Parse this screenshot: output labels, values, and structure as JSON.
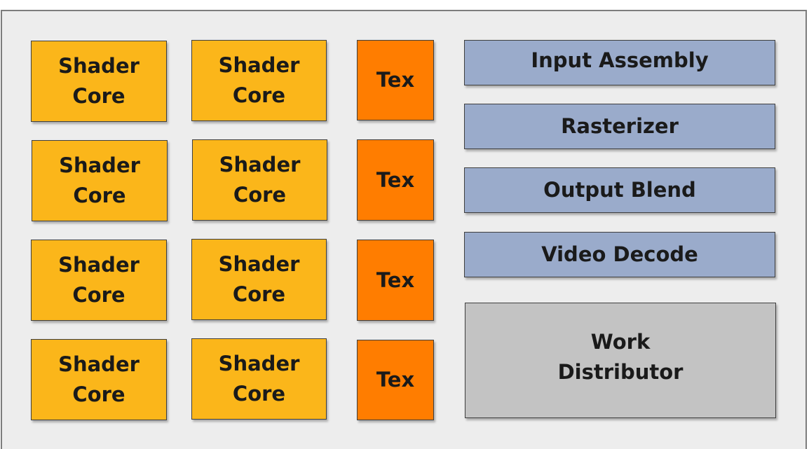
{
  "colors": {
    "shader_core": "#fbb61a",
    "tex": "#ff7d00",
    "fixed_function": "#9aabcb",
    "work_distributor": "#c3c3c3",
    "frame_background": "#ededed"
  },
  "shader_cores": [
    {
      "label": "Shader\nCore"
    },
    {
      "label": "Shader\nCore"
    },
    {
      "label": "Shader\nCore"
    },
    {
      "label": "Shader\nCore"
    },
    {
      "label": "Shader\nCore"
    },
    {
      "label": "Shader\nCore"
    },
    {
      "label": "Shader\nCore"
    },
    {
      "label": "Shader\nCore"
    }
  ],
  "tex_units": [
    {
      "label": "Tex"
    },
    {
      "label": "Tex"
    },
    {
      "label": "Tex"
    },
    {
      "label": "Tex"
    }
  ],
  "fixed_function": [
    {
      "label": "Input Assembly"
    },
    {
      "label": "Rasterizer"
    },
    {
      "label": "Output Blend"
    },
    {
      "label": "Video Decode"
    }
  ],
  "work_distributor": {
    "label": "Work\nDistributor"
  }
}
